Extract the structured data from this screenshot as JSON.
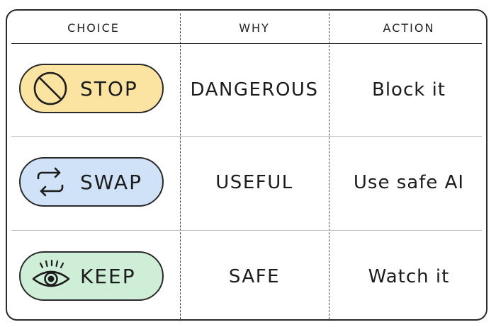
{
  "table": {
    "headers": {
      "choice": "CHOICE",
      "why": "WHY",
      "action": "ACTION"
    },
    "rows": [
      {
        "choice": "STOP",
        "icon": "prohibited-icon",
        "color": "#fbe3a2",
        "why": "DANGEROUS",
        "action": "Block it"
      },
      {
        "choice": "SWAP",
        "icon": "swap-arrows-icon",
        "color": "#cfe2f8",
        "why": "USEFUL",
        "action": "Use safe AI"
      },
      {
        "choice": "KEEP",
        "icon": "eye-icon",
        "color": "#cfeed8",
        "why": "SAFE",
        "action": "Watch it"
      }
    ]
  }
}
